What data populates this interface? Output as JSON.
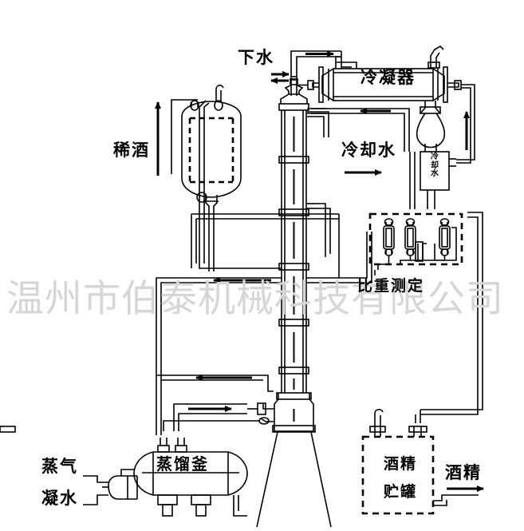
{
  "diagram": {
    "title_watermark": "温州市伯泰机械科技有限公司",
    "type": "process-flow-diagram",
    "subject": "alcohol-distillation-system"
  },
  "labels": {
    "drain_water": "下水",
    "condenser": "冷凝器",
    "dilute_wine": "稀酒",
    "cooling_water": "冷却水",
    "cooling_water_unit_line1": "冷",
    "cooling_water_unit_line2": "却",
    "cooling_water_unit_line3": "水",
    "gravity_measurement": "比重测定",
    "distillation_kettle": "蒸馏釜",
    "steam": "蒸气",
    "condensate": "凝水",
    "alcohol_tank_line1": "酒精",
    "alcohol_tank_line2": "贮罐",
    "alcohol_out": "酒精"
  },
  "colors": {
    "line": "#000000",
    "background": "#ffffff",
    "watermark": "#d6d6d6"
  },
  "equipment": [
    {
      "name": "condenser",
      "label": "冷凝器",
      "shape": "horizontal-shell-and-tube"
    },
    {
      "name": "distillation-column",
      "label": "",
      "shape": "vertical-tray-column"
    },
    {
      "name": "dilute-wine-tank",
      "label": "稀酒",
      "shape": "vertical-dashed-vessel"
    },
    {
      "name": "cooling-water-unit",
      "label": "冷却水",
      "shape": "small-box-with-bulb"
    },
    {
      "name": "gravity-measurement-panel",
      "label": "比重测定",
      "shape": "dashed-box-three-meters"
    },
    {
      "name": "distillation-kettle",
      "label": "蒸馏釜",
      "shape": "horizontal-drum"
    },
    {
      "name": "alcohol-storage-tank",
      "label": "酒精贮罐",
      "shape": "dashed-box"
    }
  ],
  "flows": [
    {
      "name": "drain-water",
      "label": "下水",
      "direction": "left"
    },
    {
      "name": "cooling-water-supply",
      "label": "冷却水",
      "direction": "right"
    },
    {
      "name": "alcohol-product",
      "label": "酒精",
      "direction": "right"
    },
    {
      "name": "steam-in",
      "label": "蒸气",
      "direction": "right"
    },
    {
      "name": "condensate-out",
      "label": "凝水",
      "direction": "right"
    }
  ]
}
